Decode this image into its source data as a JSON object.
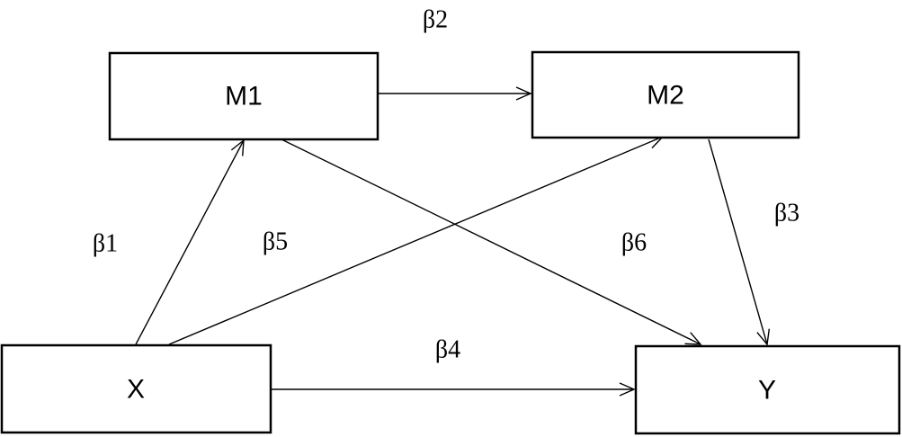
{
  "nodes": {
    "m1": {
      "label": "M1"
    },
    "m2": {
      "label": "M2"
    },
    "x": {
      "label": "X"
    },
    "y": {
      "label": "Y"
    }
  },
  "edges": {
    "b1": {
      "from": "X",
      "to": "M1",
      "label": "β1"
    },
    "b2": {
      "from": "M1",
      "to": "M2",
      "label": "β2"
    },
    "b3": {
      "from": "M2",
      "to": "Y",
      "label": "β3"
    },
    "b4": {
      "from": "X",
      "to": "Y",
      "label": "β4"
    },
    "b5": {
      "from": "X",
      "to": "M2",
      "label": "β5"
    },
    "b6": {
      "from": "M1",
      "to": "Y",
      "label": "β6"
    }
  },
  "colors": {
    "stroke": "#000000",
    "background": "#ffffff"
  }
}
